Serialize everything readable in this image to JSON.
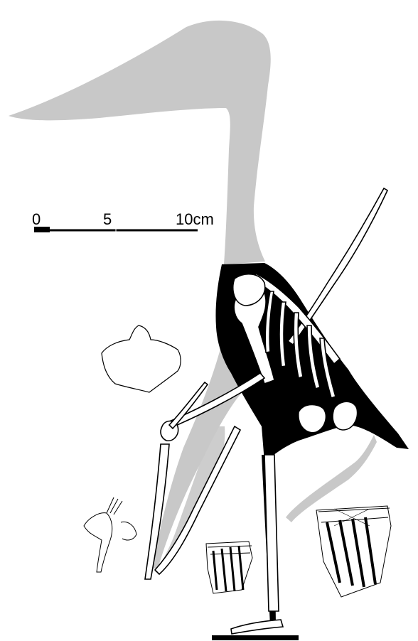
{
  "scale_bar": {
    "labels": [
      "0",
      "5",
      "10cm"
    ]
  },
  "colors": {
    "body_outline": "#c8c8c8",
    "bone_fill": "#ffffff",
    "bone_stroke": "#000000",
    "matrix_black": "#000000"
  }
}
